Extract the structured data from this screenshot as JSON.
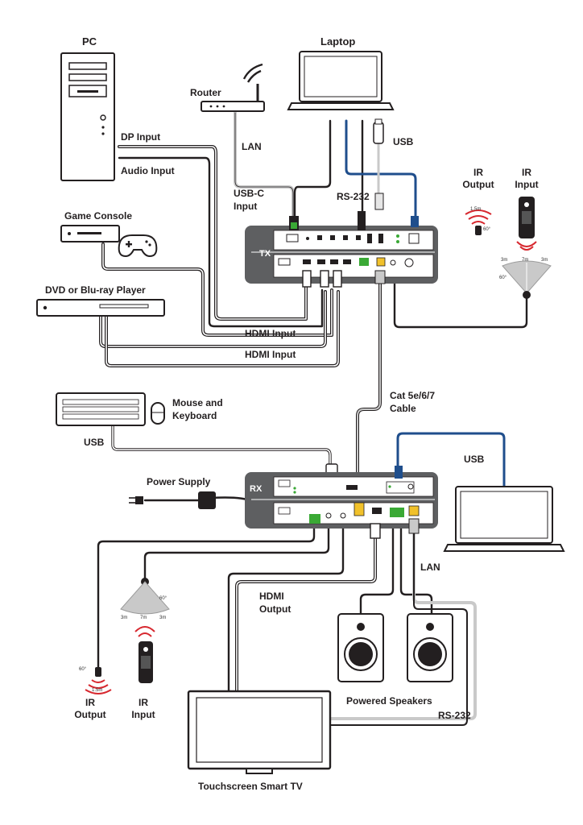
{
  "labels": {
    "pc": "PC",
    "laptop": "Laptop",
    "router": "Router",
    "dp_input": "DP Input",
    "audio_input": "Audio Input",
    "lan_top": "LAN",
    "usb_top": "USB",
    "usb_c_input_1": "USB-C",
    "usb_c_input_2": "Input",
    "rs232_top": "RS-232",
    "ir_output_top_1": "IR",
    "ir_output_top_2": "Output",
    "ir_input_top_1": "IR",
    "ir_input_top_2": "Input",
    "game_console": "Game Console",
    "dvd_player": "DVD or Blu-ray Player",
    "hdmi_input_1": "HDMI Input",
    "hdmi_input_2": "HDMI Input",
    "tx_tag": "TX",
    "rx_tag": "RX",
    "cat_cable_1": "Cat 5e/6/7",
    "cat_cable_2": "Cable",
    "mouse_keyboard_1": "Mouse and",
    "mouse_keyboard_2": "Keyboard",
    "usb_left": "USB",
    "usb_right": "USB",
    "power_supply": "Power Supply",
    "lan_bottom": "LAN",
    "hdmi_output_1": "HDMI",
    "hdmi_output_2": "Output",
    "ir_output_bottom_1": "IR",
    "ir_output_bottom_2": "Output",
    "ir_input_bottom_1": "IR",
    "ir_input_bottom_2": "Input",
    "powered_speakers": "Powered Speakers",
    "rs232_bottom": "RS-232",
    "touchscreen_tv": "Touchscreen Smart TV",
    "dist_1_5m_top": "1.5m",
    "angle_60_top_emitter": "60°",
    "dist_3m_top_a": "3m",
    "dist_7m_top": "7m",
    "dist_3m_top_b": "3m",
    "angle_60_top_receiver": "60°",
    "angle_60_bottom_receiver": "60°",
    "dist_3m_bottom_a": "3m",
    "dist_7m_bottom": "7m",
    "dist_3m_bottom_b": "3m",
    "angle_60_bottom_emitter": "60°",
    "dist_1_5m_bottom": "1.5m"
  },
  "colors": {
    "device_gray": "#5e5f61",
    "cable_gray": "#c9c9c9",
    "cable_dark": "#231f20",
    "usb_blue": "#1f4e8c",
    "ir_red": "#d7282f",
    "terminal_green": "#3aa935",
    "rj45_yellow": "#f1c12b"
  },
  "icons": [
    "pc-tower-icon",
    "laptop-icon",
    "router-icon",
    "game-console-icon",
    "gamepad-icon",
    "dvd-player-icon",
    "keyboard-icon",
    "mouse-icon",
    "power-adapter-icon",
    "speaker-icon",
    "tv-icon",
    "ir-remote-icon",
    "usb-flash-drive-icon"
  ]
}
